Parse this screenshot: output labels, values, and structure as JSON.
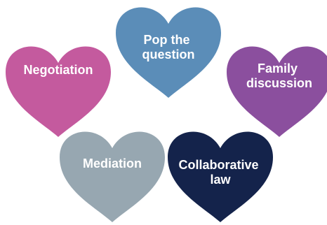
{
  "hearts": [
    {
      "id": "pop-the-question",
      "lines": [
        "Pop the",
        "question"
      ],
      "color": "#5b8db8"
    },
    {
      "id": "negotiation",
      "lines": [
        "Negotiation"
      ],
      "color": "#c45a9e"
    },
    {
      "id": "family-discussion",
      "lines": [
        "Family",
        "discussion"
      ],
      "color": "#8b4f9e"
    },
    {
      "id": "mediation",
      "lines": [
        "Mediation"
      ],
      "color": "#97a7b1"
    },
    {
      "id": "collaborative-law",
      "lines": [
        "Collaborative",
        "law"
      ],
      "color": "#14234b"
    }
  ]
}
